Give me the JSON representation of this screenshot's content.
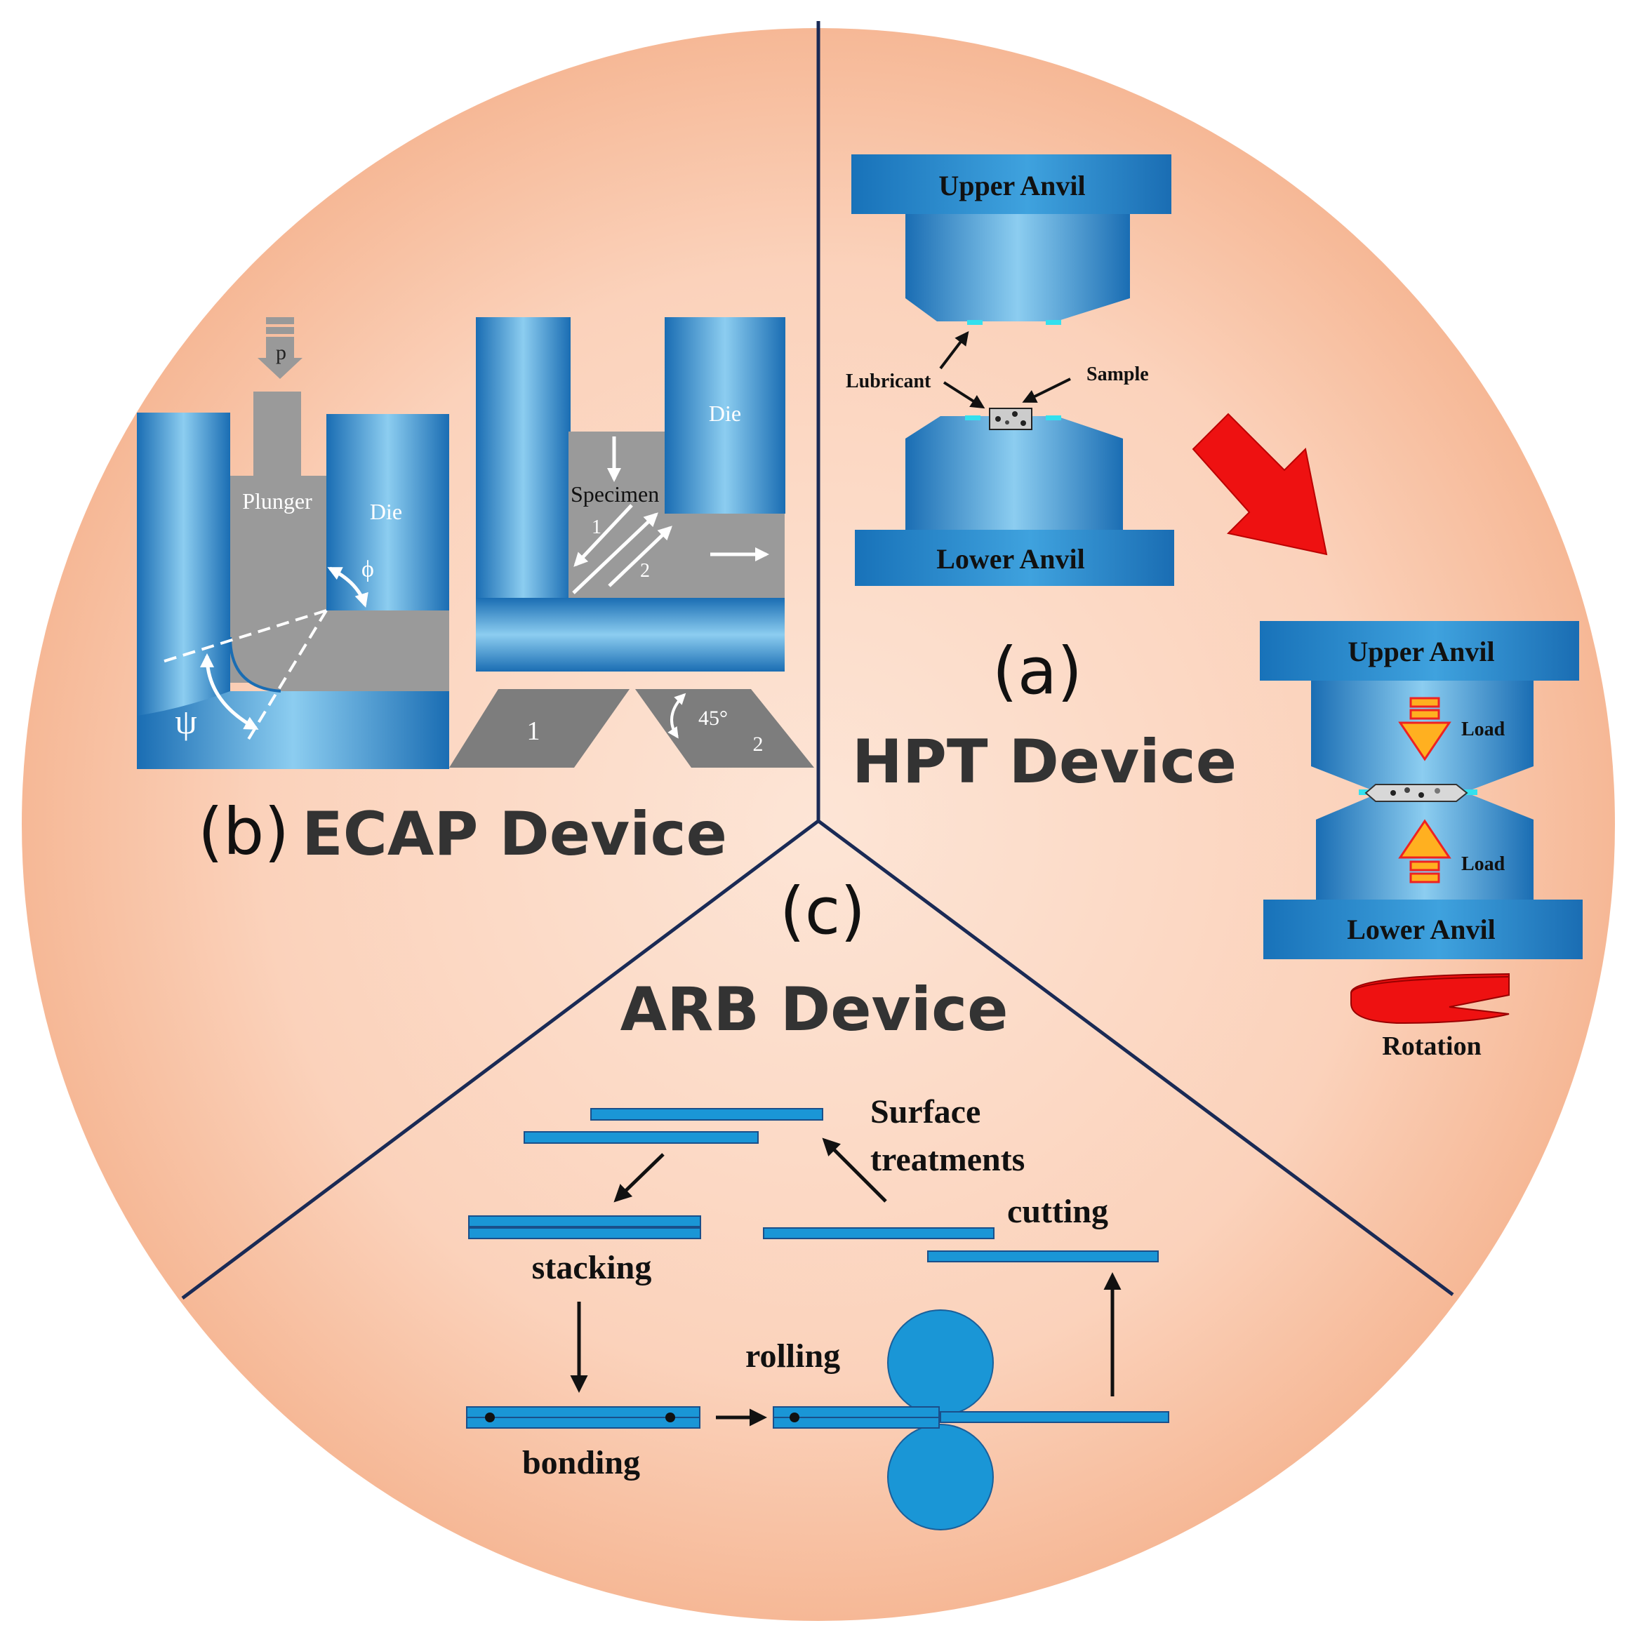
{
  "colors": {
    "circle_center": "#fde3d3",
    "circle_edge": "#f8bb9b",
    "blue_dark": "#1672b8",
    "blue_light": "#8ccdf0",
    "gray": "#999999",
    "gray_dark": "#7a7a7a",
    "divider": "#1a2a55",
    "red": "#ee1111",
    "orange": "#ffb020",
    "cyan": "#33e0ee"
  },
  "hpt": {
    "panel_label": "(a)",
    "title": "HPT Device",
    "upper_anvil_label": "Upper Anvil",
    "lower_anvil_label": "Lower Anvil",
    "lubricant_label": "Lubricant",
    "sample_label": "Sample",
    "upper_anvil2_label": "Upper Anvil",
    "lower_anvil2_label": "Lower Anvil",
    "load_label_top": "Load",
    "load_label_bottom": "Load",
    "rotation_label": "Rotation"
  },
  "ecap": {
    "panel_label": "(b)",
    "title": "ECAP Device",
    "pressure_label": "p",
    "plunger_label": "Plunger",
    "die_label_left": "Die",
    "die_label_right": "Die",
    "phi_label": "ϕ",
    "psi_label": "ψ",
    "specimen_label": "Specimen",
    "path1_label": "1",
    "path2_label": "2",
    "block1_label": "1",
    "block2_label": "2",
    "angle_label": "45°"
  },
  "arb": {
    "panel_label": "(c)",
    "title": "ARB Device",
    "surface_label_line1": "Surface",
    "surface_label_line2": "treatments",
    "stacking_label": "stacking",
    "cutting_label": "cutting",
    "rolling_label": "rolling",
    "bonding_label": "bonding"
  }
}
